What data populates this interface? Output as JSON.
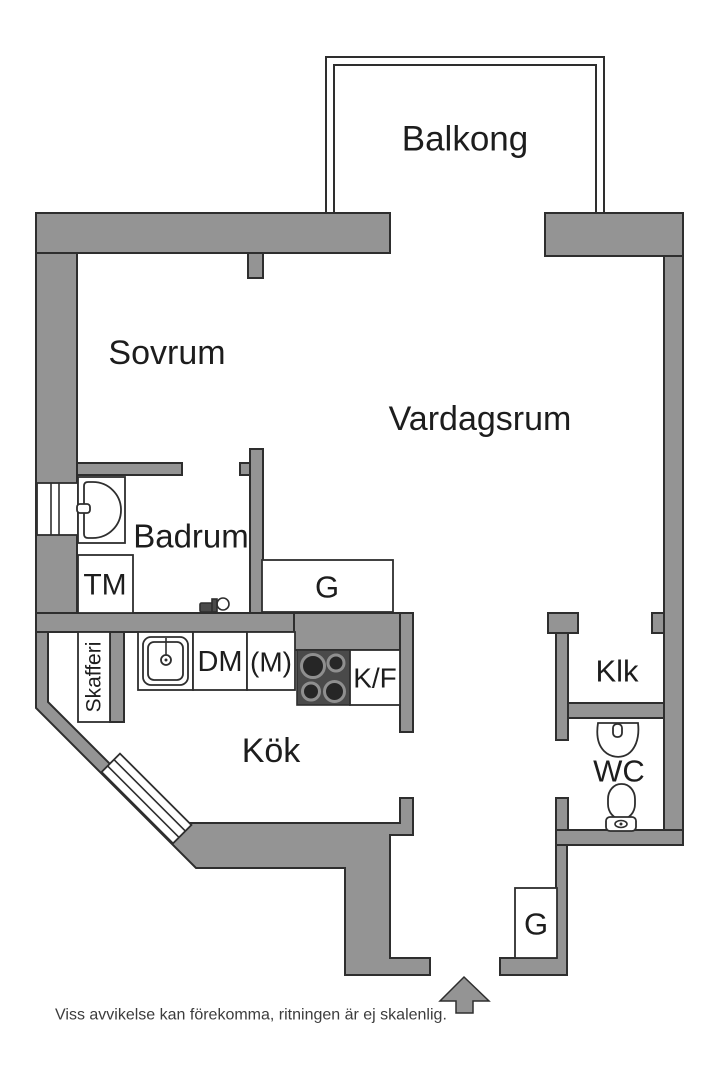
{
  "labels": {
    "balcony": "Balkong",
    "bedroom": "Sovrum",
    "living_room": "Vardagsrum",
    "bathroom": "Badrum",
    "kitchen": "Kök",
    "closet": "Klk",
    "wc": "WC",
    "washing_machine": "TM",
    "dishwasher": "DM",
    "microwave": "(M)",
    "fridge_freezer": "K/F",
    "wardrobe_hall": "G",
    "wardrobe_entry": "G",
    "pantry": "Skafferi"
  },
  "disclaimer": "Viss avvikelse kan förekomma, ritningen är ej skalenlig.",
  "colors": {
    "wall_fill": "#949494",
    "wall_stroke": "#2e2e2e",
    "stove_fill": "#4a4a4a",
    "burner_ring": "#8f8f8f",
    "burner_center": "#262626",
    "text": "#1d1d1d",
    "disclaimer": "#3c3c3c"
  }
}
